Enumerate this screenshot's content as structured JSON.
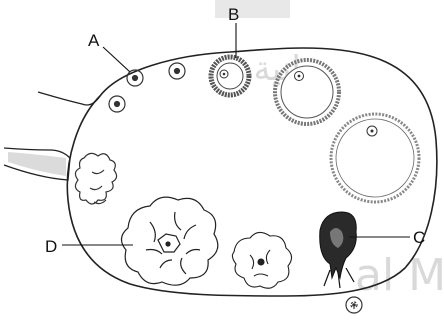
{
  "diagram": {
    "labels": {
      "a": "A",
      "b": "B",
      "c": "C",
      "d": "D"
    },
    "watermark": {
      "arabic": "مانية",
      "latin": "al M"
    }
  }
}
